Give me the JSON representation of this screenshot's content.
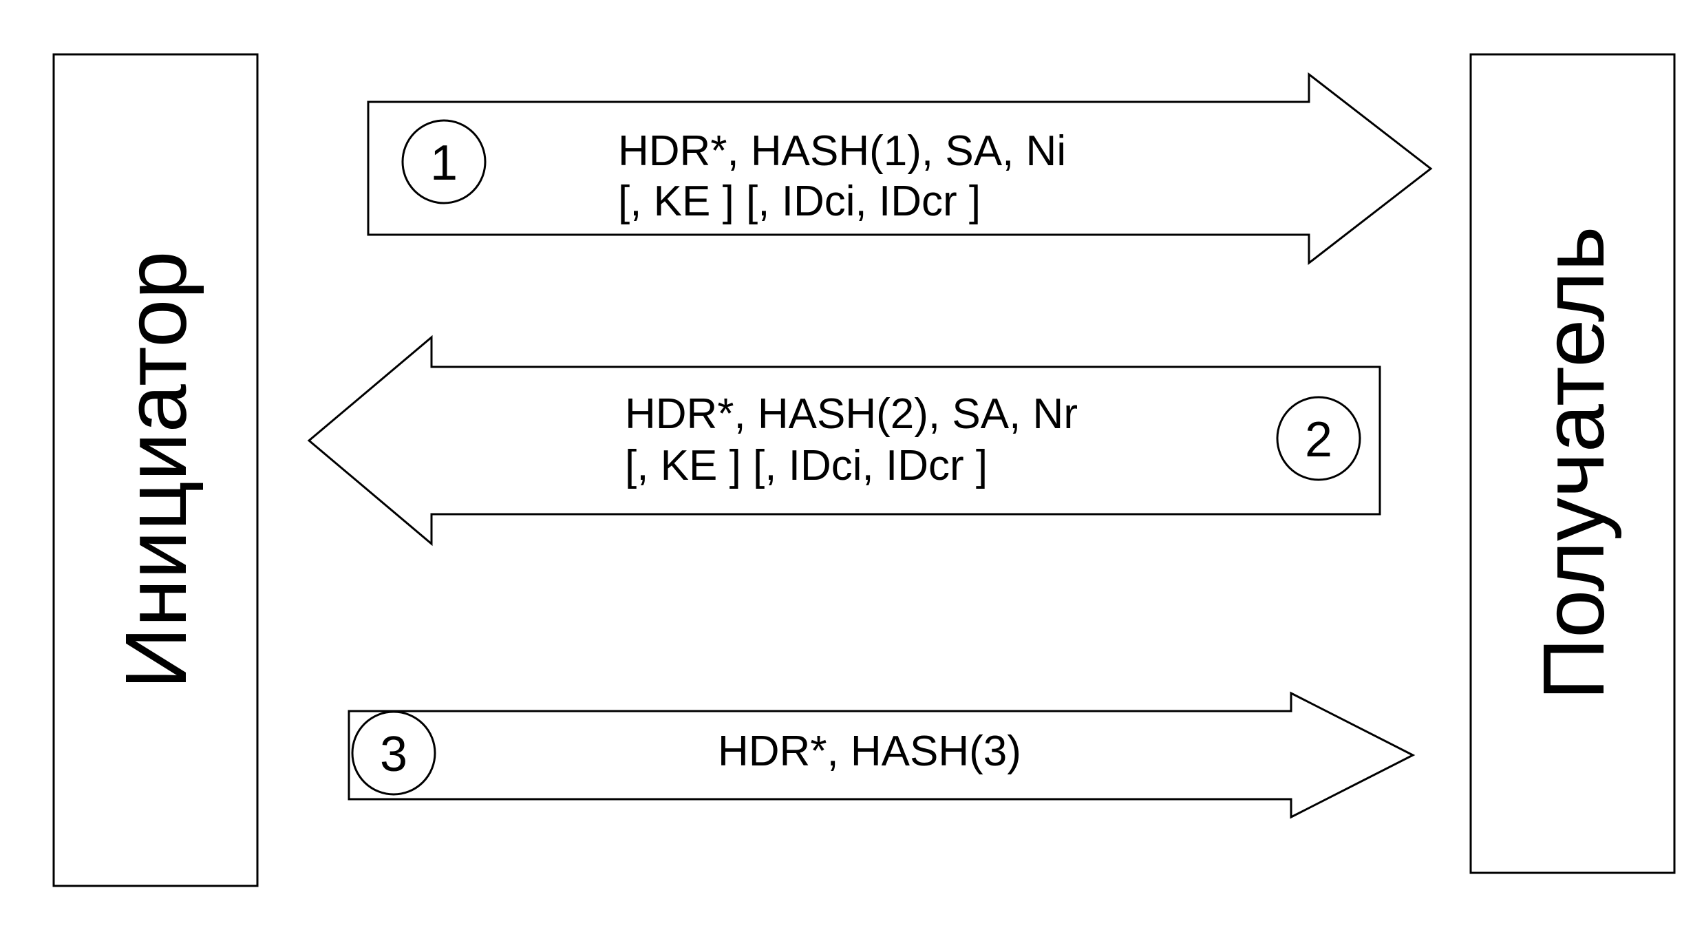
{
  "parties": {
    "initiator": "Инициатор",
    "responder": "Получатель"
  },
  "messages": [
    {
      "step": "1",
      "direction": "to-responder",
      "lines": [
        "HDR*, HASH(1), SA, Ni",
        "[, KE ] [, IDci, IDcr ]"
      ]
    },
    {
      "step": "2",
      "direction": "to-initiator",
      "lines": [
        "HDR*, HASH(2), SA, Nr",
        "[, KE ] [, IDci, IDcr ]"
      ]
    },
    {
      "step": "3",
      "direction": "to-responder",
      "lines": [
        "HDR*, HASH(3)"
      ]
    }
  ],
  "colors": {
    "stroke": "#000000",
    "background": "#ffffff"
  }
}
